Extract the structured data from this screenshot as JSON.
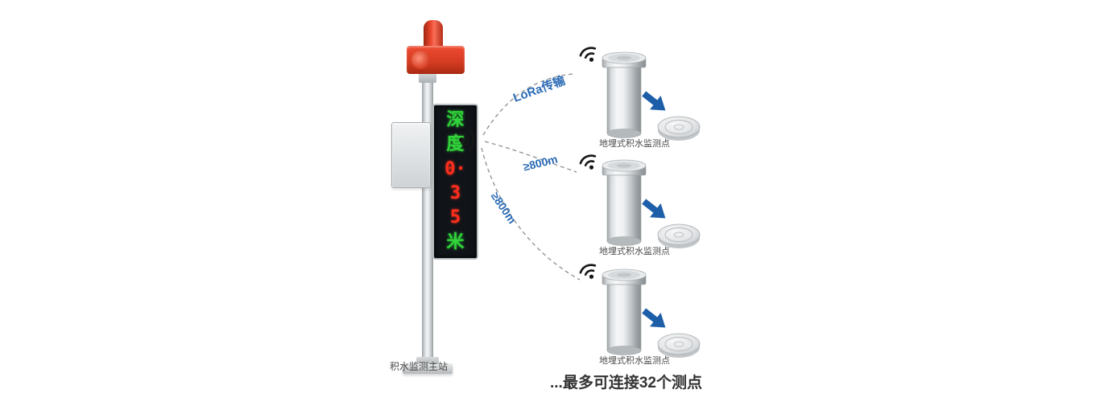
{
  "diagram": {
    "station_label": "积水监测主站",
    "display_rows": [
      {
        "text": "深",
        "color": "green"
      },
      {
        "text": "度",
        "color": "green"
      },
      {
        "text": "0·",
        "color": "red"
      },
      {
        "text": "3",
        "color": "red"
      },
      {
        "text": "5",
        "color": "red"
      },
      {
        "text": "米",
        "color": "green"
      }
    ],
    "links": [
      {
        "label": "LoRa传输"
      },
      {
        "label": "≥800m"
      },
      {
        "label": "≥800m"
      }
    ],
    "sensors": [
      {
        "label": "地埋式积水监测点"
      },
      {
        "label": "地埋式积水监测点"
      },
      {
        "label": "地埋式积水监测点"
      }
    ],
    "footer": "...最多可连接32个测点",
    "colors": {
      "led_green": "#31d43a",
      "led_red": "#ff2f1e",
      "alarm_red": "#d33b22",
      "arrow_blue": "#1d5ea8",
      "link_label_blue": "#2a6ab5",
      "dashed_line_gray": "#8f979c"
    }
  }
}
